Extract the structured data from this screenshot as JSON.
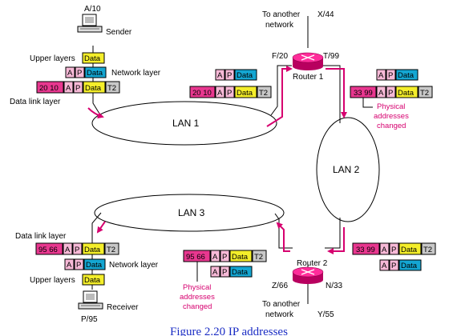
{
  "colors": {
    "path": "#d6006f",
    "phys": "#e8378f",
    "ap": "#f7b9d7",
    "data_yellow": "#f4ee2a",
    "data_blue": "#14a6d2",
    "trailer": "#c8c8c8",
    "router": "#e0007a"
  },
  "sender": {
    "address": "A/10",
    "label": "Sender"
  },
  "receiver": {
    "address": "P/95",
    "label": "Receiver"
  },
  "router1": {
    "label": "Router 1",
    "if_left": "F/20",
    "if_right": "T/99",
    "top_address": "X/44",
    "to_network": [
      "To another",
      "network"
    ]
  },
  "router2": {
    "label": "Router 2",
    "if_left": "Z/66",
    "if_right": "N/33",
    "bottom_address": "Y/55",
    "to_network": [
      "To another",
      "network"
    ]
  },
  "lans": {
    "lan1": "LAN 1",
    "lan2": "LAN 2",
    "lan3": "LAN 3"
  },
  "layers": {
    "upper": "Upper layers",
    "network": "Network layer",
    "datalink": "Data link layer"
  },
  "packet": {
    "a": "A",
    "p": "P",
    "data": "Data",
    "trailer": "T2"
  },
  "phys_addrs": {
    "sender_frame": "20 10",
    "router1_frame": "33 99",
    "router2_frame": "95 66"
  },
  "note_changed": [
    "Physical",
    "addresses",
    "changed"
  ],
  "caption": "Figure 2.20 IP addresses"
}
